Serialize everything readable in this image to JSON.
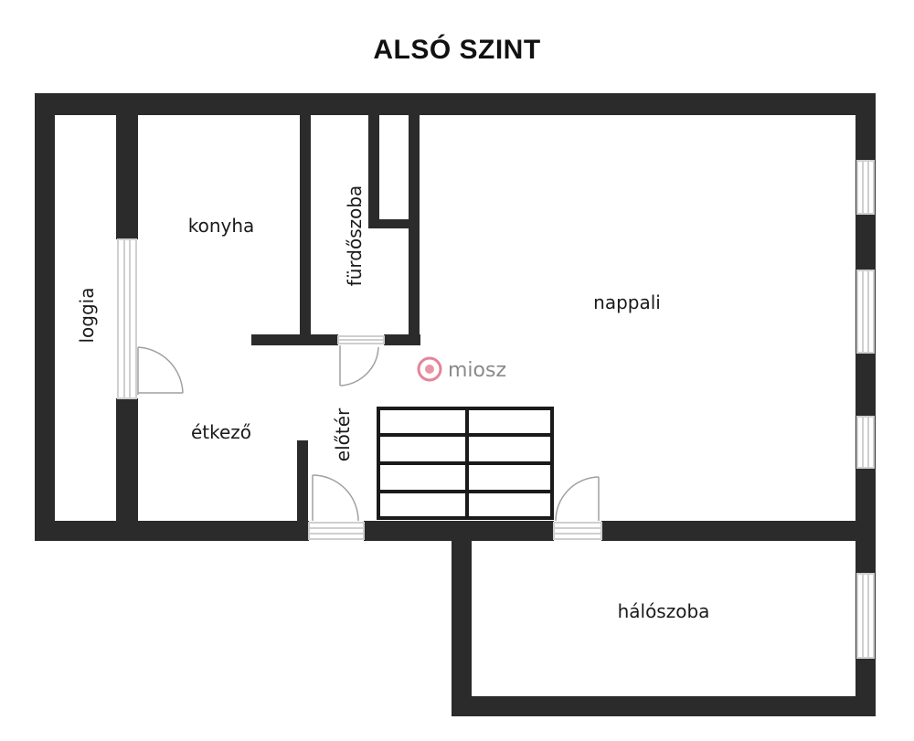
{
  "title": "ALSÓ SZINT",
  "colors": {
    "wall": "#2b2b2b",
    "window": "#cfcfcf",
    "door": "#999999",
    "watermark_accent": "#d9506e"
  },
  "rooms": {
    "loggia": "loggia",
    "konyha": "konyha",
    "furdoszoba": "fürdőszoba",
    "nappali": "nappali",
    "etkezo": "étkező",
    "eloter": "előtér",
    "haloszoba": "hálószoba"
  },
  "watermark": {
    "text": "miosz"
  }
}
